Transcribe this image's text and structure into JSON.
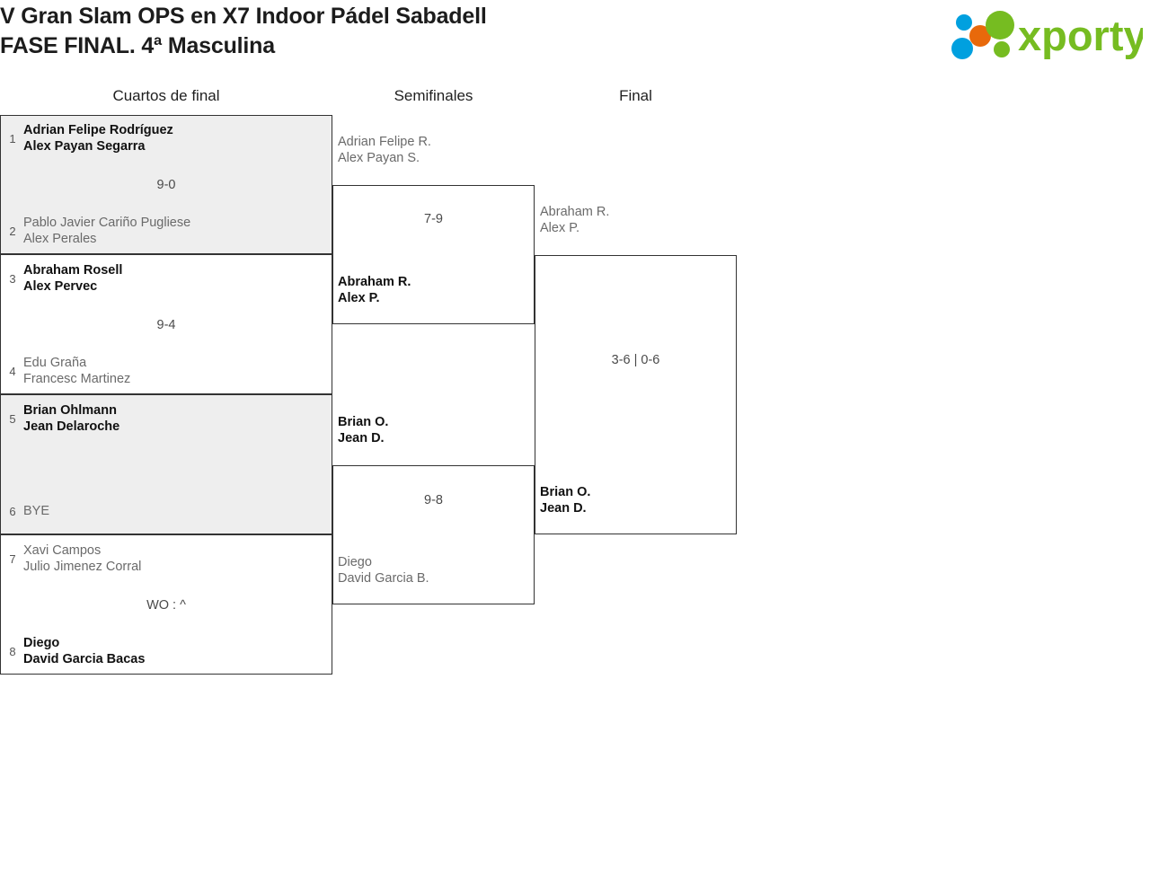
{
  "header": {
    "title_line1": "V Gran Slam OPS en X7 Indoor Pádel Sabadell",
    "title_line2": "FASE FINAL. 4ª Masculina",
    "logo_text": "xporty",
    "logo_colors": {
      "green": "#76bc21",
      "blue": "#00a0df",
      "orange": "#e8690b"
    }
  },
  "rounds": [
    {
      "label": "Cuartos de final"
    },
    {
      "label": "Semifinales"
    },
    {
      "label": "Final"
    }
  ],
  "quarterfinals": [
    {
      "score": "9-0",
      "top": {
        "seed": "1",
        "name1": "Adrian Felipe Rodríguez",
        "name2": "Alex Payan Segarra",
        "winner": true
      },
      "bottom": {
        "seed": "2",
        "name1": "Pablo Javier Cariño Pugliese",
        "name2": "Alex Perales",
        "winner": false
      }
    },
    {
      "score": "9-4",
      "top": {
        "seed": "3",
        "name1": "Abraham Rosell",
        "name2": "Alex Pervec",
        "winner": true
      },
      "bottom": {
        "seed": "4",
        "name1": "Edu Graña",
        "name2": "Francesc Martinez",
        "winner": false
      }
    },
    {
      "score": "",
      "top": {
        "seed": "5",
        "name1": "Brian Ohlmann",
        "name2": "Jean Delaroche",
        "winner": true
      },
      "bottom": {
        "seed": "6",
        "name1": "BYE",
        "name2": "",
        "winner": false
      }
    },
    {
      "score": "WO : ^",
      "top": {
        "seed": "7",
        "name1": "Xavi Campos",
        "name2": "Julio Jimenez Corral",
        "winner": false
      },
      "bottom": {
        "seed": "8",
        "name1": "Diego",
        "name2": "David Garcia Bacas",
        "winner": true
      }
    }
  ],
  "semifinals": [
    {
      "score": "7-9",
      "top": {
        "name1": "Adrian Felipe R.",
        "name2": "Alex Payan S.",
        "winner": false
      },
      "bottom": {
        "name1": "Abraham R.",
        "name2": "Alex P.",
        "winner": true
      }
    },
    {
      "score": "9-8",
      "top": {
        "name1": "Brian O.",
        "name2": "Jean D.",
        "winner": true
      },
      "bottom": {
        "name1": "Diego",
        "name2": "David Garcia B.",
        "winner": false
      }
    }
  ],
  "final": {
    "score": "3-6 | 0-6",
    "top": {
      "name1": "Abraham R.",
      "name2": "Alex P.",
      "winner": false
    },
    "bottom": {
      "name1": "Brian O.",
      "name2": "Jean D.",
      "winner": true
    }
  }
}
